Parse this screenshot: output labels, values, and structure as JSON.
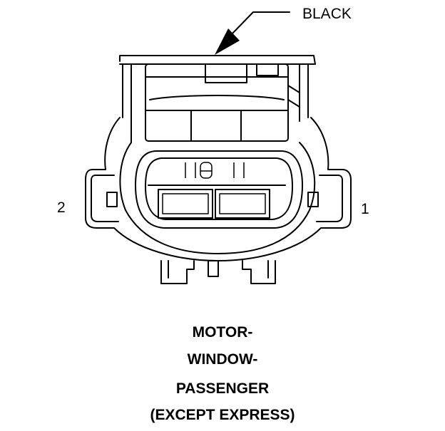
{
  "color_label": "BLACK",
  "pin_labels": {
    "pin2": "2",
    "pin1": "1"
  },
  "caption": {
    "line1": "MOTOR-",
    "line2": "WINDOW-",
    "line3": "PASSENGER",
    "line4": "(EXCEPT EXPRESS)"
  }
}
